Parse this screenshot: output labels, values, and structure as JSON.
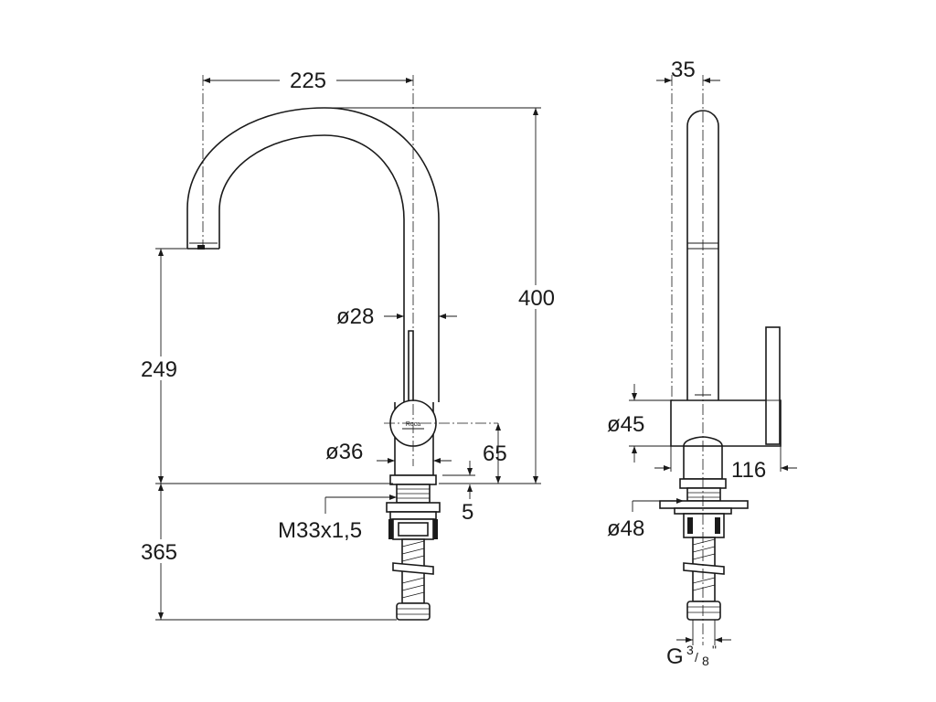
{
  "front_view": {
    "width_label": "225",
    "height_total_label": "400",
    "spout_height_label": "249",
    "tube_diameter_label": "ø28",
    "body_diameter_label": "ø36",
    "lever_height_label": "65",
    "collar_label": "5",
    "thread_label": "M33x1,5",
    "supply_length_label": "365"
  },
  "side_view": {
    "depth_label": "35",
    "body_diameter_label": "ø45",
    "lever_reach_label": "116",
    "base_diameter_label": "ø48",
    "connection_label_main": "G",
    "connection_label_num": "3",
    "connection_label_den": "8",
    "connection_label_suffix": "\""
  },
  "logo_text": "Roca"
}
